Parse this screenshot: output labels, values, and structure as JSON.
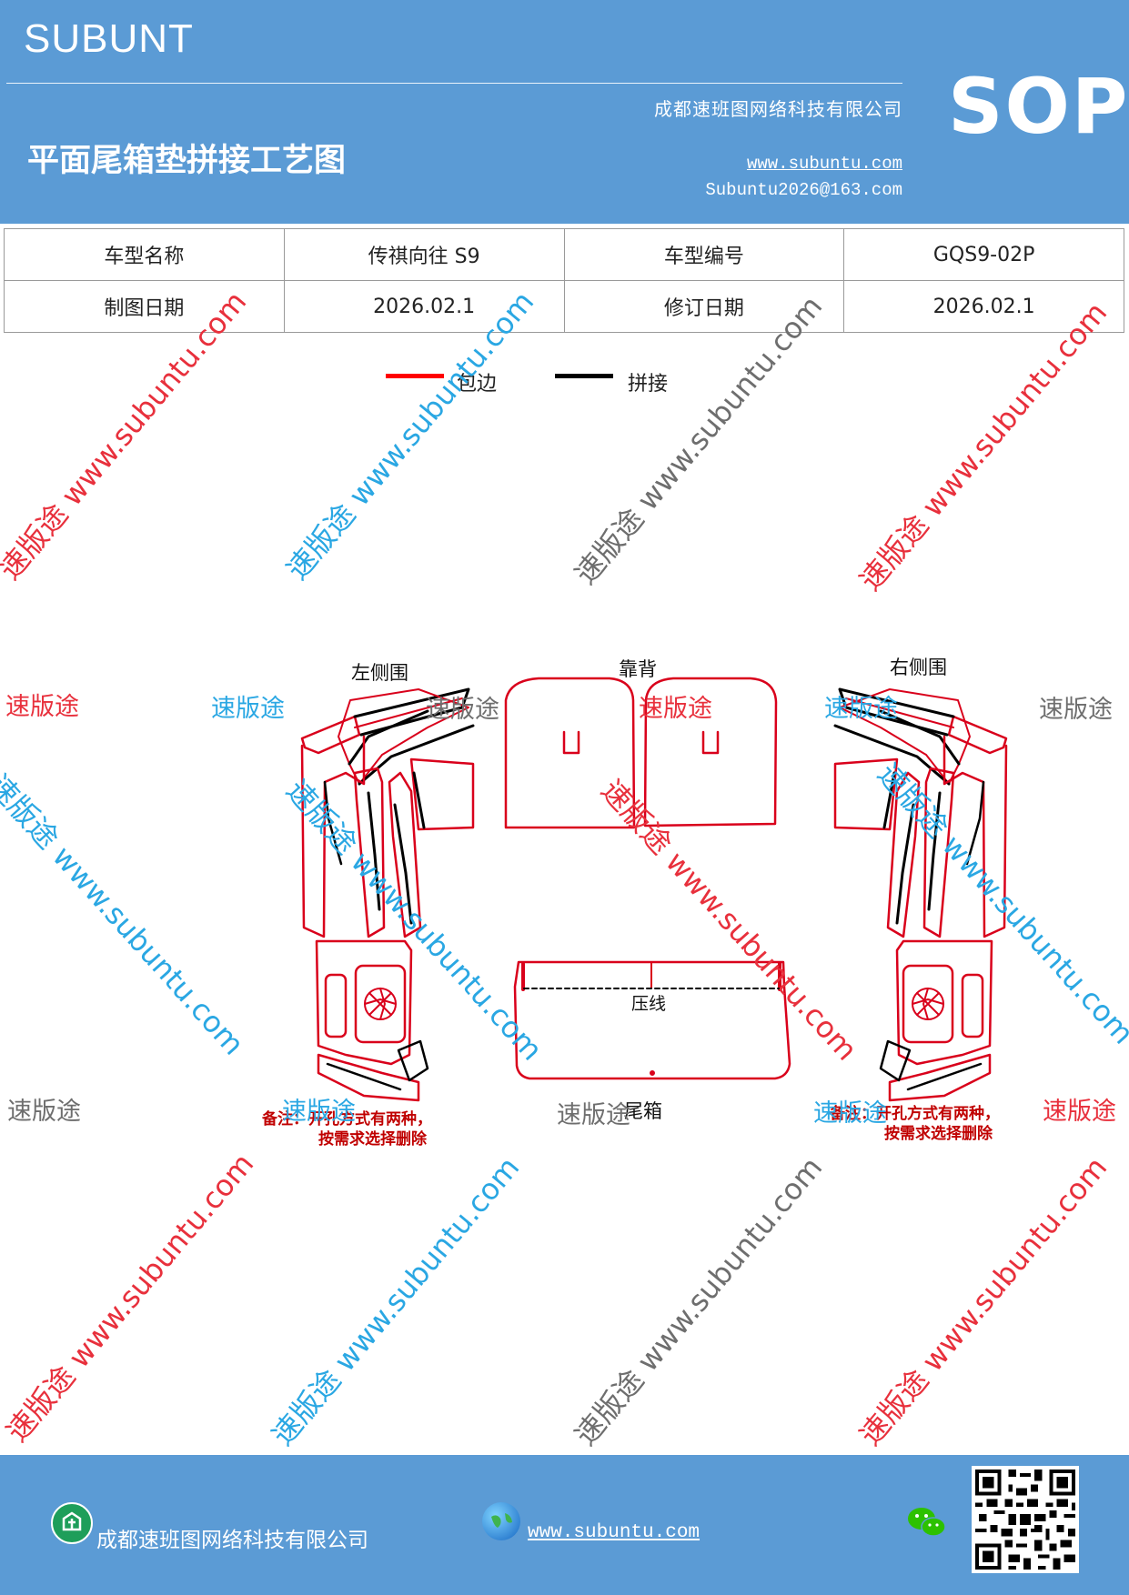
{
  "header": {
    "brand": "SUBUNT",
    "badge": "SOP",
    "title": "平面尾箱垫拼接工艺图",
    "company": "成都速班图网络科技有限公司",
    "website": "www.subuntu.com",
    "email": "Subuntu2026@163.com"
  },
  "info_table": {
    "rows": [
      [
        {
          "label": "车型名称"
        },
        {
          "value": "传祺向往 S9"
        },
        {
          "label": "车型编号"
        },
        {
          "value": "GQS9-02P"
        }
      ],
      [
        {
          "label": "制图日期"
        },
        {
          "value": "2026.02.1"
        },
        {
          "label": "修订日期"
        },
        {
          "value": "2026.02.1"
        }
      ]
    ]
  },
  "legend": {
    "items": [
      {
        "label": "包边",
        "color": "#ff0000"
      },
      {
        "label": "拼接",
        "color": "#000000"
      }
    ]
  },
  "diagram": {
    "labels": {
      "left_panel": "左侧围",
      "back_panel": "靠背",
      "right_panel": "右侧围",
      "crease": "压线",
      "trunk": "尾箱"
    },
    "note": {
      "line1": "备注：开孔方式有两种，",
      "line2": "按需求选择删除"
    },
    "colors": {
      "edge": "#d9001b",
      "seam": "#000000"
    }
  },
  "watermarks": {
    "brand": "速版途",
    "domain": "www.subuntu.com",
    "colors": {
      "red": "#e8303c",
      "blue": "#2aa7e3",
      "gray": "#6e6e6e"
    }
  },
  "footer": {
    "company": "成都速班图网络科技有限公司",
    "website": "www.subuntu.com"
  }
}
